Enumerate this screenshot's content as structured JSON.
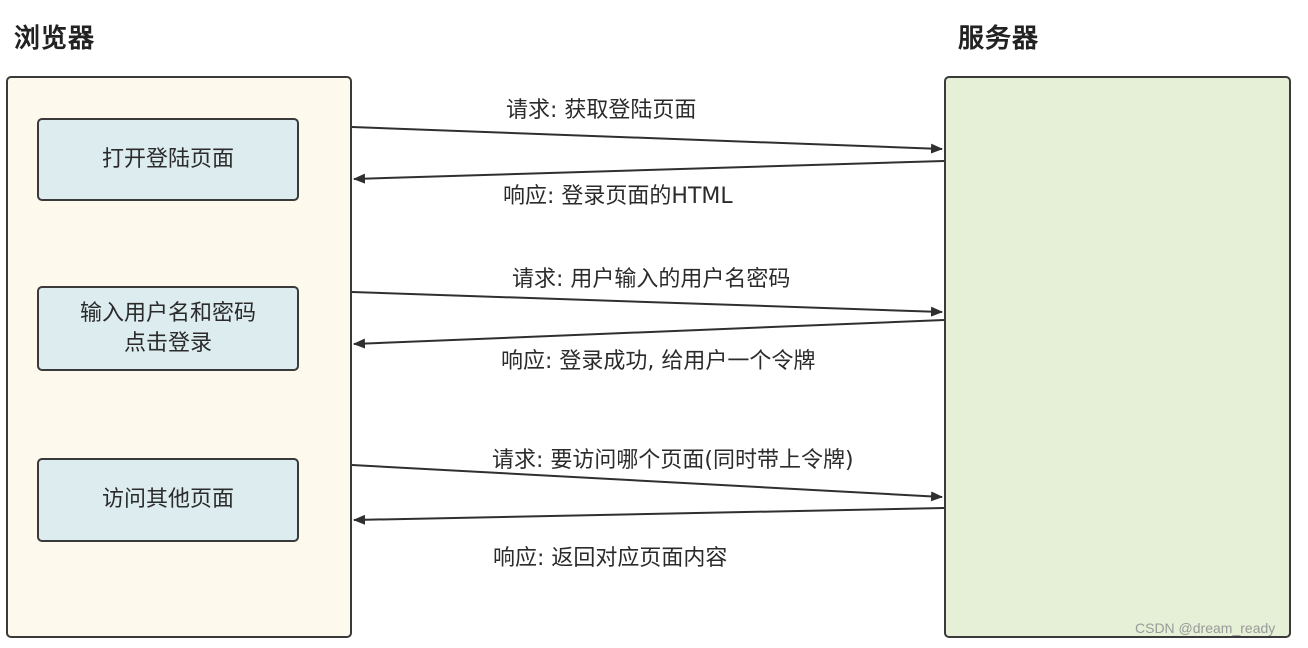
{
  "browser": {
    "title": "浏览器",
    "steps": [
      {
        "lines": [
          "打开登陆页面"
        ]
      },
      {
        "lines": [
          "输入用户名和密码",
          "点击登录"
        ]
      },
      {
        "lines": [
          "访问其他页面"
        ]
      }
    ]
  },
  "server": {
    "title": "服务器"
  },
  "messages": [
    {
      "direction": "request",
      "label": "请求: 获取登陆页面"
    },
    {
      "direction": "response",
      "label": "响应: 登录页面的HTML"
    },
    {
      "direction": "request",
      "label": "请求: 用户输入的用户名密码"
    },
    {
      "direction": "response",
      "label": "响应: 登录成功, 给用户一个令牌"
    },
    {
      "direction": "request",
      "label": "请求: 要访问哪个页面(同时带上令牌)"
    },
    {
      "direction": "response",
      "label": "响应: 返回对应页面内容"
    }
  ],
  "colors": {
    "browser_fill": "#fdf9ec",
    "server_fill": "#e5f0d6",
    "step_fill": "#dcecef",
    "stroke": "#3a3a3a"
  },
  "watermark": "CSDN @dream_ready"
}
